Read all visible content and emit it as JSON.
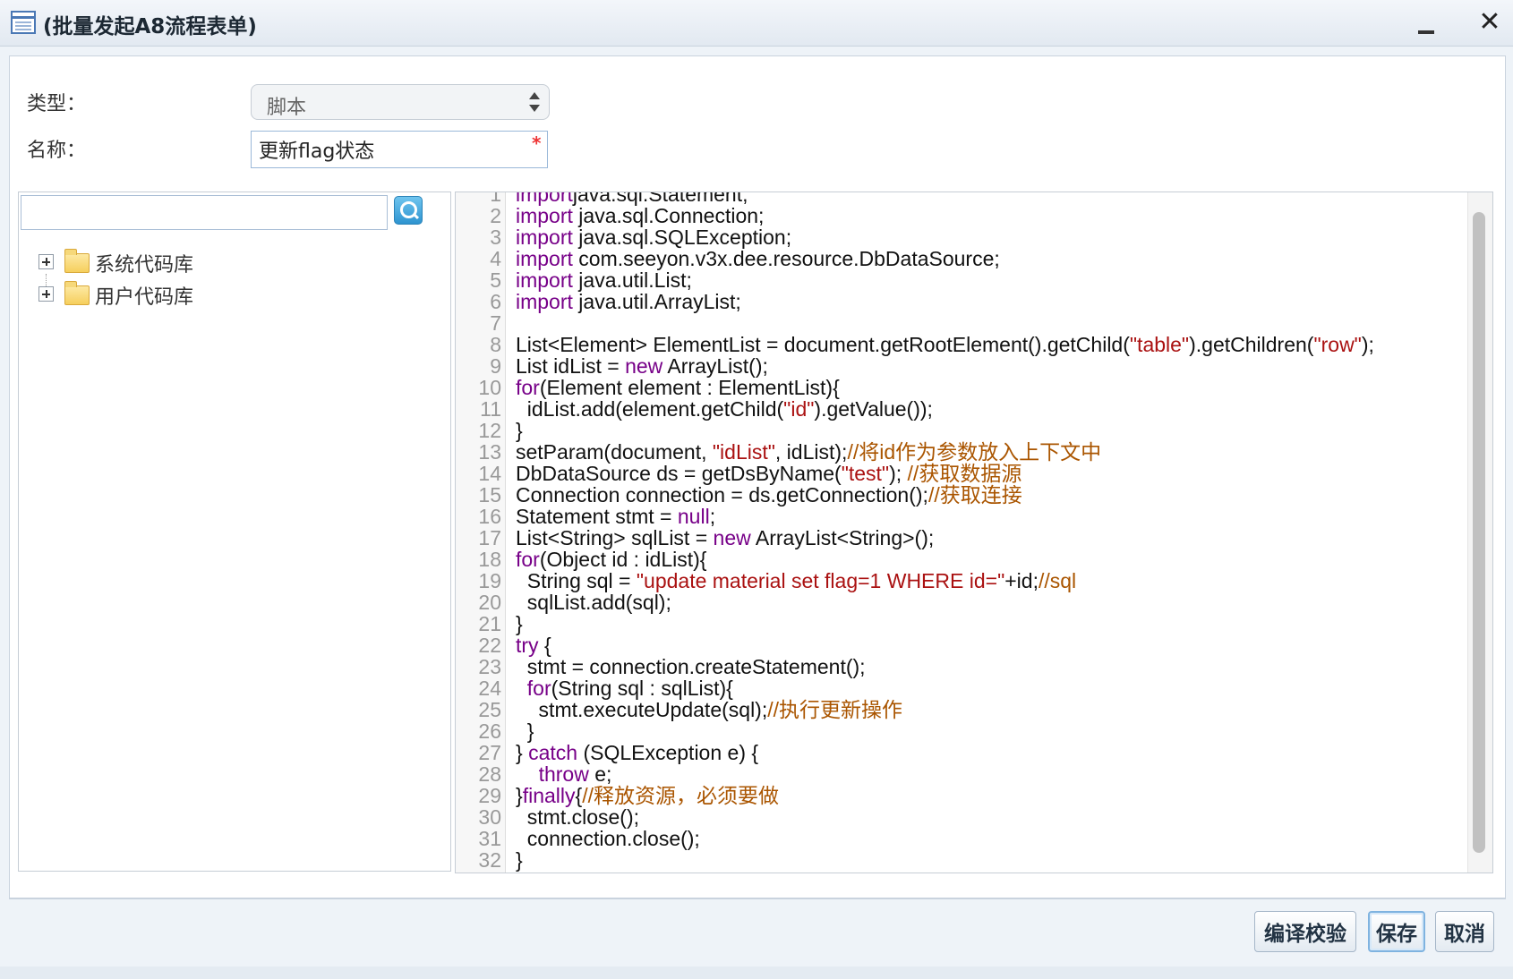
{
  "window": {
    "title": "(批量发起A8流程表单)",
    "minimize_icon": "minimize-icon",
    "close_icon": "close-icon",
    "close_glyph": "✕"
  },
  "form": {
    "type_label": "类型：",
    "type_value": "脚本",
    "name_label": "名称：",
    "name_value": "更新flag状态",
    "required_mark": "*"
  },
  "tree": {
    "search_placeholder": "",
    "search_icon": "search-icon",
    "items": [
      {
        "label": "系统代码库",
        "icon": "folder-icon"
      },
      {
        "label": "用户代码库",
        "icon": "folder-icon"
      }
    ]
  },
  "editor": {
    "lines": [
      [
        [
          "kw",
          "import"
        ],
        [
          "",
          "java.sql.Statement;"
        ]
      ],
      [
        [
          "kw",
          "import"
        ],
        [
          "",
          " java.sql.Connection;"
        ]
      ],
      [
        [
          "kw",
          "import"
        ],
        [
          "",
          " java.sql.SQLException;"
        ]
      ],
      [
        [
          "kw",
          "import"
        ],
        [
          "",
          " com.seeyon.v3x.dee.resource.DbDataSource;"
        ]
      ],
      [
        [
          "kw",
          "import"
        ],
        [
          "",
          " java.util.List;"
        ]
      ],
      [
        [
          "kw",
          "import"
        ],
        [
          "",
          " java.util.ArrayList;"
        ]
      ],
      [],
      [
        [
          "",
          "List<Element> ElementList = document.getRootElement().getChild("
        ],
        [
          "st",
          "\"table\""
        ],
        [
          "",
          ").getChildren("
        ],
        [
          "st",
          "\"row\""
        ],
        [
          "",
          ");"
        ]
      ],
      [
        [
          "",
          "List idList = "
        ],
        [
          "kw",
          "new"
        ],
        [
          "",
          " ArrayList();"
        ]
      ],
      [
        [
          "kw",
          "for"
        ],
        [
          "",
          "(Element element : ElementList){"
        ]
      ],
      [
        [
          "",
          "  idList.add(element.getChild("
        ],
        [
          "st",
          "\"id\""
        ],
        [
          "",
          ").getValue());"
        ]
      ],
      [
        [
          "",
          "}"
        ]
      ],
      [
        [
          "",
          "setParam(document, "
        ],
        [
          "st",
          "\"idList\""
        ],
        [
          "",
          ", idList);"
        ],
        [
          "cm",
          "//将id作为参数放入上下文中"
        ]
      ],
      [
        [
          "",
          "DbDataSource ds = getDsByName("
        ],
        [
          "st",
          "\"test\""
        ],
        [
          "",
          "); "
        ],
        [
          "cm",
          "//获取数据源"
        ]
      ],
      [
        [
          "",
          "Connection connection = ds.getConnection();"
        ],
        [
          "cm",
          "//获取连接"
        ]
      ],
      [
        [
          "",
          "Statement stmt = "
        ],
        [
          "kw",
          "null"
        ],
        [
          "",
          ";"
        ]
      ],
      [
        [
          "",
          "List<String> sqlList = "
        ],
        [
          "kw",
          "new"
        ],
        [
          "",
          " ArrayList<String>();"
        ]
      ],
      [
        [
          "kw",
          "for"
        ],
        [
          "",
          "(Object id : idList){"
        ]
      ],
      [
        [
          "",
          "  String sql = "
        ],
        [
          "st",
          "\"update material set flag=1 WHERE id=\""
        ],
        [
          "",
          "+id;"
        ],
        [
          "cm",
          "//sql"
        ]
      ],
      [
        [
          "",
          "  sqlList.add(sql);"
        ]
      ],
      [
        [
          "",
          "}"
        ]
      ],
      [
        [
          "kw",
          "try"
        ],
        [
          "",
          " {"
        ]
      ],
      [
        [
          "",
          "  stmt = connection.createStatement();"
        ]
      ],
      [
        [
          "",
          "  "
        ],
        [
          "kw",
          "for"
        ],
        [
          "",
          "(String sql : sqlList){"
        ]
      ],
      [
        [
          "",
          "    stmt.executeUpdate(sql);"
        ],
        [
          "cm",
          "//执行更新操作"
        ]
      ],
      [
        [
          "",
          "  }"
        ]
      ],
      [
        [
          "",
          "} "
        ],
        [
          "kw",
          "catch"
        ],
        [
          "",
          " (SQLException e) {"
        ]
      ],
      [
        [
          "",
          "    "
        ],
        [
          "kw",
          "throw"
        ],
        [
          "",
          " e;"
        ]
      ],
      [
        [
          "",
          "}"
        ],
        [
          "kw",
          "finally"
        ],
        [
          "",
          "{"
        ],
        [
          "cm",
          "//释放资源，必须要做"
        ]
      ],
      [
        [
          "",
          "  stmt.close();"
        ]
      ],
      [
        [
          "",
          "  connection.close();"
        ]
      ],
      [
        [
          "",
          "}"
        ]
      ]
    ]
  },
  "buttons": {
    "compile": "编译校验",
    "save": "保存",
    "cancel": "取消"
  }
}
